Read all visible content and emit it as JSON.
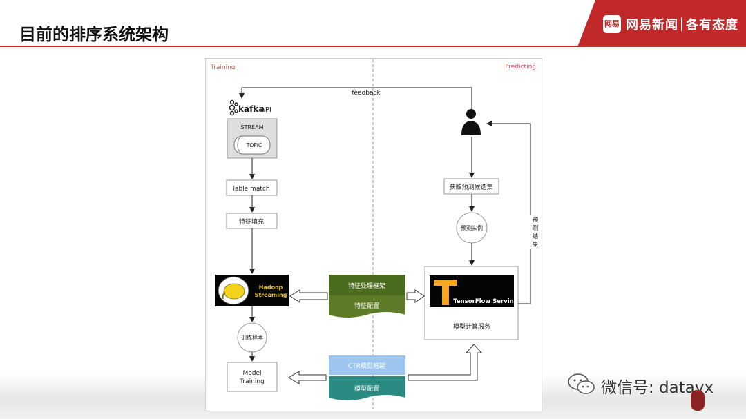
{
  "header": {
    "title": "目前的排序系统架构"
  },
  "brand": {
    "logo_text": "网易",
    "name": "网易新闻",
    "slogan": "各有态度"
  },
  "diagram": {
    "left_label": "Training",
    "right_label": "Predicting",
    "feedback_label": "feedback",
    "kafka_brand": "kafka",
    "kafka_api": "API",
    "stream_label": "STREAM",
    "topic_label": "TOPIC",
    "label_match": "lable match",
    "feature_fill": "特征填充",
    "hadoop_line1": "Hadoop",
    "hadoop_line2": "Streaming",
    "train_sample": "训练样本",
    "model_training_line1": "Model",
    "model_training_line2": "Training",
    "feature_framework": "特征处理框架",
    "feature_config": "特征配置",
    "ctr_framework": "CTR模型框架",
    "model_config": "模型配置",
    "get_candidates": "获取预测候选集",
    "predict_instance": "预测实例",
    "tensorflow_serving": "TensorFlow Serving",
    "model_compute_service": "模型计算服务",
    "predict_result_chars": [
      "预",
      "测",
      "结",
      "果"
    ]
  },
  "watermark": {
    "text": "微信号: datayx"
  },
  "colors": {
    "brand_red": "#c0282a",
    "feature_green": "#4a6a1e",
    "ctr_blue": "#9cc6f0",
    "model_teal": "#2b8a82",
    "label_red": "#d9534f"
  }
}
